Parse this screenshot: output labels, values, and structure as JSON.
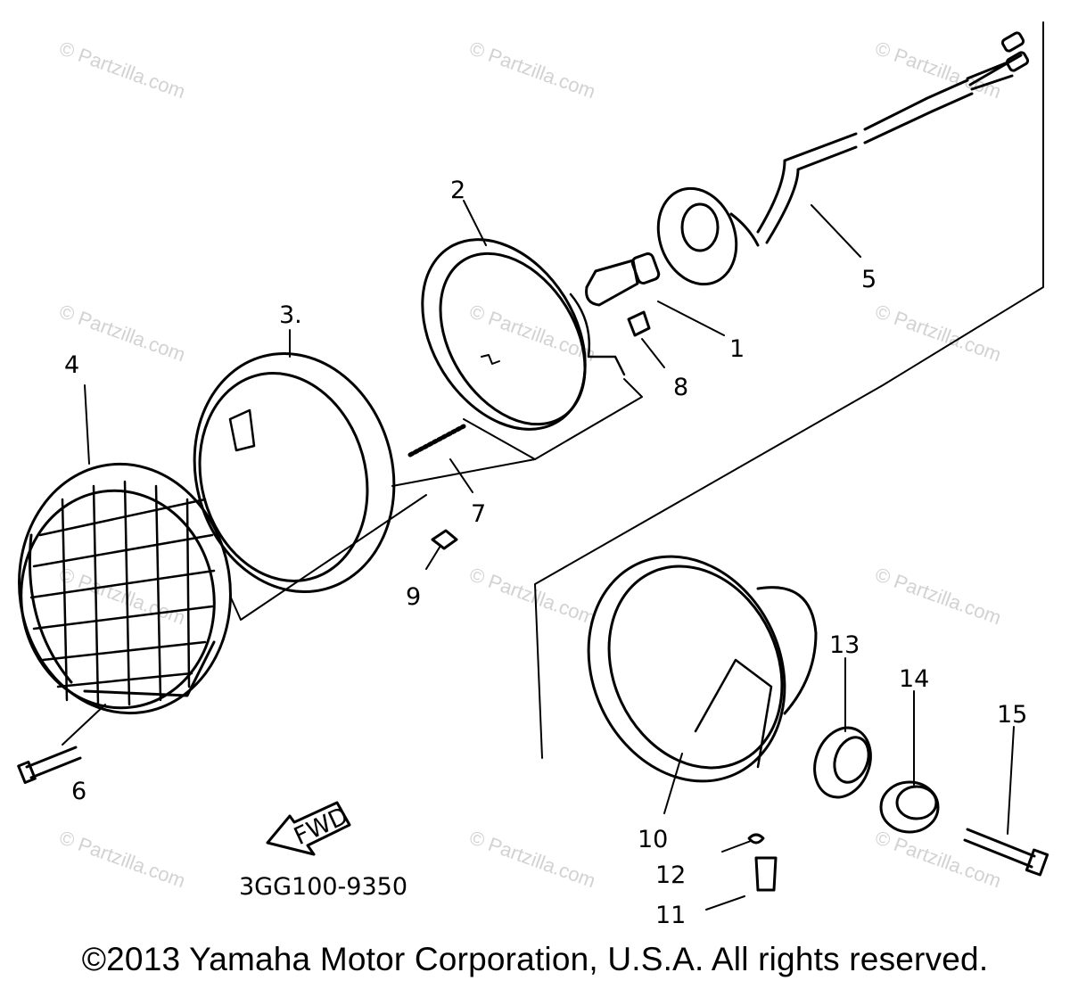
{
  "diagram": {
    "part_number": "3GG100-9350",
    "fwd_label": "FWD",
    "callouts": [
      "1",
      "2",
      "3.",
      "4",
      "5",
      "6",
      "7",
      "8",
      "9",
      "10",
      "11",
      "12",
      "13",
      "14",
      "15"
    ],
    "watermark": "© Partzilla.com"
  },
  "footer": {
    "copyright": "©2013 Yamaha Motor Corporation, U.S.A. All rights reserved."
  }
}
